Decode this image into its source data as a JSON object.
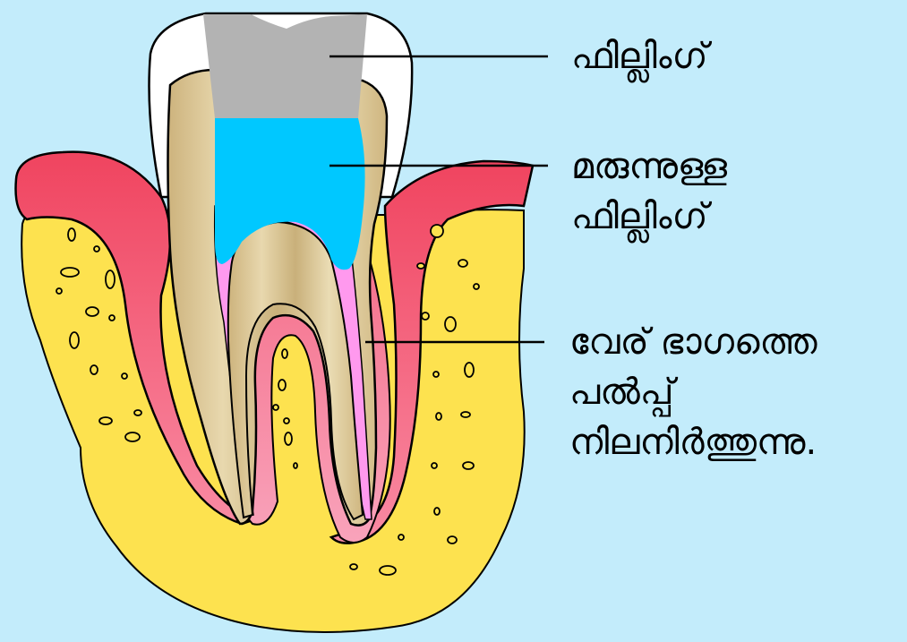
{
  "labels": {
    "filling": [
      "ഫില്ലിംഗ്"
    ],
    "medicated_filling": [
      "മരുന്നുള്ള",
      "ഫില്ലിംഗ്"
    ],
    "root_retention": [
      "വേര് ഭാഗത്തെ",
      "പൽപ്പ്",
      "നിലനിർത്തുന്നു."
    ]
  },
  "colors": {
    "background": "#c3ecfb",
    "bone": "#fde24f",
    "gum": "#f25d77",
    "gum_light": "#f79ab0",
    "dentin": "#d8c496",
    "enamel": "#ffffff",
    "filling": "#b3b3b3",
    "medicated_filling": "#00c8ff",
    "pulp": "#ff99ee"
  }
}
